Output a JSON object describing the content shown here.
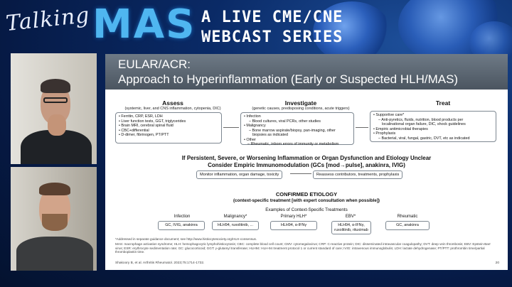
{
  "banner": {
    "script_word": "Talking",
    "brand": "MAS",
    "tagline_1": "A LIVE CME/CNE",
    "tagline_2": "WEBCAST SERIES"
  },
  "slide": {
    "title_line1": "EULAR/ACR:",
    "title_line2": "Approach to Hyperinflammation (Early or Suspected HLH/MAS)",
    "assess": {
      "heading": "Assess",
      "sub": "(systemic, liver, and CNS inflammation, cytopenia, DIC)",
      "items": [
        "Ferritin, CRP, ESR, LDH",
        "Liver function tests, GGT, triglycerides",
        "Brain MRI, cerebral spinal fluid",
        "CBC+differential",
        "D-dimer, fibrinogen, PT/PTT"
      ]
    },
    "investigate": {
      "heading": "Investigate",
      "sub": "(genetic causes, predisposing conditions, acute triggers)",
      "items": [
        "Infection",
        "– Blood cultures, viral PCRs, other studies",
        "Malignancy",
        "– Bone marrow aspirate/biopsy, pan-imaging, other",
        "biopsies as indicated",
        "Other",
        "– Rheumatic, inborn errors of immunity or metabolism"
      ]
    },
    "treat": {
      "heading": "Treat",
      "items": [
        "Supportive care*",
        "– Anti-pyretics, fluids, nutrition, blood products per",
        "localinational organ failure, DIC, shock guidelines",
        "Empiric antimicrobial therapies",
        "Prophylaxis",
        "– Bacterial, viral, fungal, gastric, DVT, etc as indicated"
      ]
    },
    "mid_line1": "If Persistent, Severe, or Worsening Inflammation or Organ Dysfunction and Etiology Unclear",
    "mid_line2": "Consider Empiric Immunomodulation (GCs [mod→pulse], anakinra, IVIG)",
    "monitor": "Monitor inflammation, organ damage, toxicity",
    "reassess": "Reassess contributors, treatments, prophylaxis",
    "confirmed": "CONFIRMED ETIOLOGY",
    "confirmed_sub": "(context-specific treatment [with expert consultation when possible])",
    "examples_title": "Examples of Context-Specific Treatments",
    "categories": [
      {
        "label": "Infection",
        "tx": "GC, IVIG, anakinra"
      },
      {
        "label": "Malignancy*",
        "tx": "HLH94, ruxolitinib, ..."
      },
      {
        "label": "Primary HLH*",
        "tx": "HLH94, α-IFNγ"
      },
      {
        "label": "EBV*",
        "tx": "HLH94, α-IFNγ, ruxolitinib, rituximab"
      },
      {
        "label": "Rheumatic",
        "tx": "GC, anakinra"
      }
    ],
    "footnote_1": "*Addressed in separate guidance document; see http://www.histiocytesociety.org/HLH-consensus.",
    "footnote_2": "MAS: macrophage activation syndrome; HLH: hemophagocytic lymphohistiocytosis; CBC: complete blood cell count; CMV: cytomegalovirus; CRP: C-reactive protein; DIC: disseminated intravascular coagulopathy; DVT: deep vein thrombosis; EBV: Epstein-Barr virus; ESR: erythrocyte sedimentation rate; GC: glucocorticoid; GGT: γ-glutamyl transferase; HLH94: HLH-94 treatment protocol 1 or current standard of care; IVIG: intravenous immunoglobulin; LDH: lactate dehydrogenase; PT/PTT: prothrombin time/partial thromboplastin time.",
    "citation": "Shakoory B, et al. Arthritis Rheumatol. 2023;75:1714-1732.",
    "page": "20"
  },
  "colors": {
    "brand": "#4fb6f0",
    "background": "#0a2a66",
    "slide_header": "#5a6470"
  }
}
